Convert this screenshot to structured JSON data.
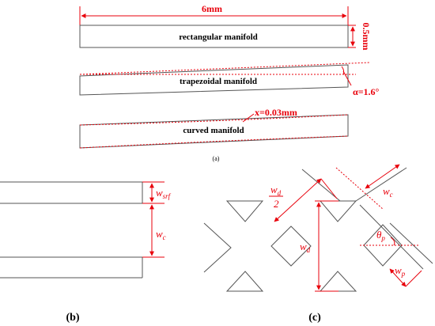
{
  "panel_a": {
    "width_label": "6mm",
    "height_label": "0.5mm",
    "rect_label": "rectangular manifold",
    "trap_label": "trapezoidal manifold",
    "alpha_label": "α=1.6°",
    "curved_label": "curved manifold",
    "x_label": "x=0.03mm",
    "caption": "(a)"
  },
  "panel_b": {
    "wsrf_main": "w",
    "wsrf_sub": "srf",
    "wc_main": "w",
    "wc_sub": "c",
    "caption": "(b)"
  },
  "panel_c": {
    "wd_half_num": "w",
    "wd_half_sub": "d",
    "wd_half_den": "2",
    "wd_main": "w",
    "wd_sub": "d",
    "wc_main": "w",
    "wc_sub": "c",
    "theta_main": "θ",
    "theta_sub": "p",
    "wp_main": "w",
    "wp_sub": "p",
    "caption": "(c)"
  },
  "colors": {
    "accent": "#e8000b",
    "outline": "#555555"
  }
}
